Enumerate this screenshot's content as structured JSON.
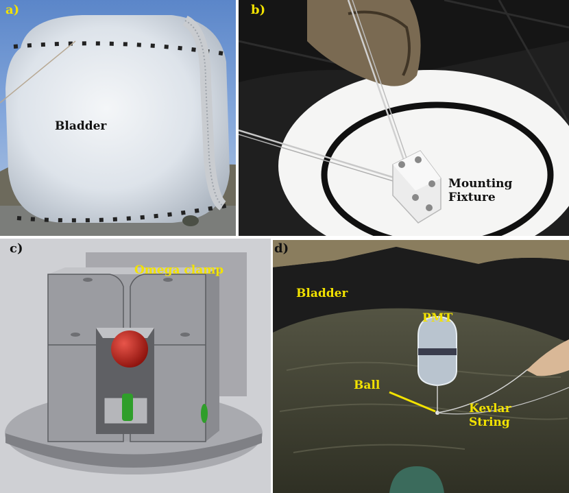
{
  "panels": {
    "a": {
      "tag": "a)",
      "label": "Bladder"
    },
    "b": {
      "tag": "b)",
      "label_line1": "Mounting",
      "label_line2": "Fixture"
    },
    "c": {
      "tag": "c)",
      "label": "Omega clamp"
    },
    "d": {
      "tag": "d)",
      "bladder": "Bladder",
      "pmt": "PMT",
      "ball": "Ball",
      "kevlar_line1": "Kevlar",
      "kevlar_line2": "String"
    }
  },
  "colors": {
    "label_yellow": "#f2e200",
    "label_black": "#111111",
    "clamp_ball_red": "#c41a12",
    "clamp_green": "#2f9e2a"
  }
}
